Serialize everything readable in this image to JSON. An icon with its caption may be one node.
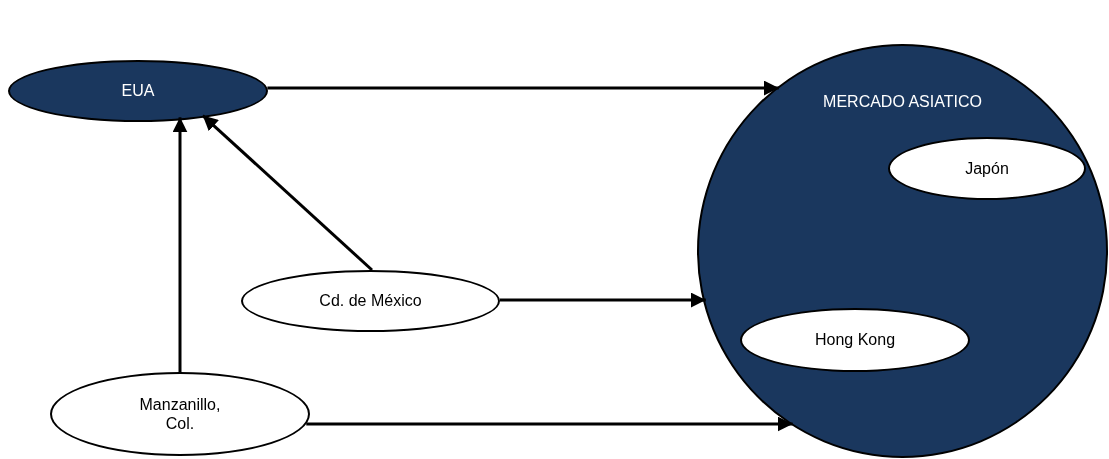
{
  "diagram": {
    "nodes": [
      {
        "text": [
          "EUA"
        ]
      },
      {
        "text": [
          "MERCADO ASIATICO"
        ]
      },
      {
        "text": [
          "Japón"
        ],
        "in": 1
      },
      {
        "text": [
          "Hong Kong"
        ],
        "in": 1
      },
      {
        "text": [
          "Cd. de México"
        ]
      },
      {
        "text": [
          "Manzanillo, Col."
        ]
      }
    ],
    "edges": [
      {
        "from": 0,
        "to": 1,
        "arrow": "to"
      },
      {
        "from": 4,
        "to": 0,
        "arrow": "to"
      },
      {
        "from": 5,
        "to": 0,
        "arrow": "to"
      },
      {
        "from": 4,
        "to": 1,
        "arrow": "to"
      },
      {
        "from": 5,
        "to": 1,
        "arrow": "to"
      }
    ]
  }
}
